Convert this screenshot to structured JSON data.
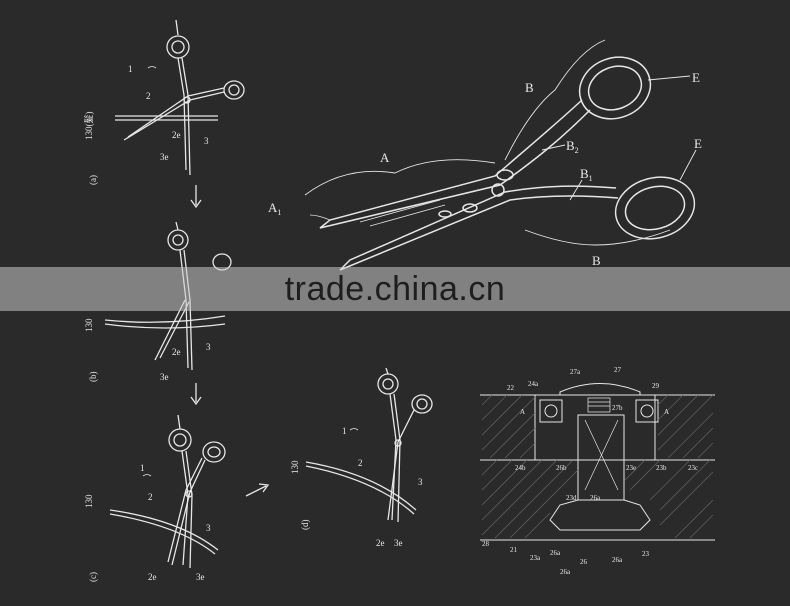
{
  "figure": {
    "panel_labels": [
      "(a)",
      "(b)",
      "(c)",
      "(d)"
    ],
    "panel_a": {
      "ref_1": "1",
      "ref_2": "2",
      "ref_2e": "2e",
      "ref_3": "3",
      "ref_3e": "3e",
      "ref_130": "130(髪)"
    },
    "panel_b": {
      "ref_2e": "2e",
      "ref_3": "3",
      "ref_3e": "3e",
      "ref_130": "130"
    },
    "panel_c": {
      "ref_1": "1",
      "ref_2": "2",
      "ref_3": "3",
      "ref_2e": "2e",
      "ref_3e": "3e",
      "ref_130": "130"
    },
    "panel_d": {
      "ref_1": "1",
      "ref_2": "2",
      "ref_3": "3",
      "ref_2e": "2e",
      "ref_3e": "3e",
      "ref_130": "130"
    },
    "large_scissors": {
      "A": "A",
      "A1": "A",
      "A1_sub": "1",
      "B_top": "B",
      "B2": "B",
      "B2_sub": "2",
      "B1": "B",
      "B1_sub": "1",
      "B_bottom": "B",
      "E_top": "E",
      "E_right": "E"
    },
    "cross_section": {
      "r22": "22",
      "r24a": "24a",
      "r27a": "27a",
      "r27": "27",
      "r29": "29",
      "rA_left": "A",
      "r27b": "27b",
      "rA_right": "A",
      "r24b": "24b",
      "r26b": "26b",
      "r23e": "23e",
      "r23b": "23b",
      "r23c": "23c",
      "r23d": "23d",
      "r26a2": "26a",
      "r28": "28",
      "r21": "21",
      "r23a": "23a",
      "r26a1": "26a",
      "r26": "26",
      "r26a": "26a",
      "r23": "23",
      "r26a3": "26a"
    }
  },
  "watermark": {
    "text": "trade.china.cn"
  }
}
